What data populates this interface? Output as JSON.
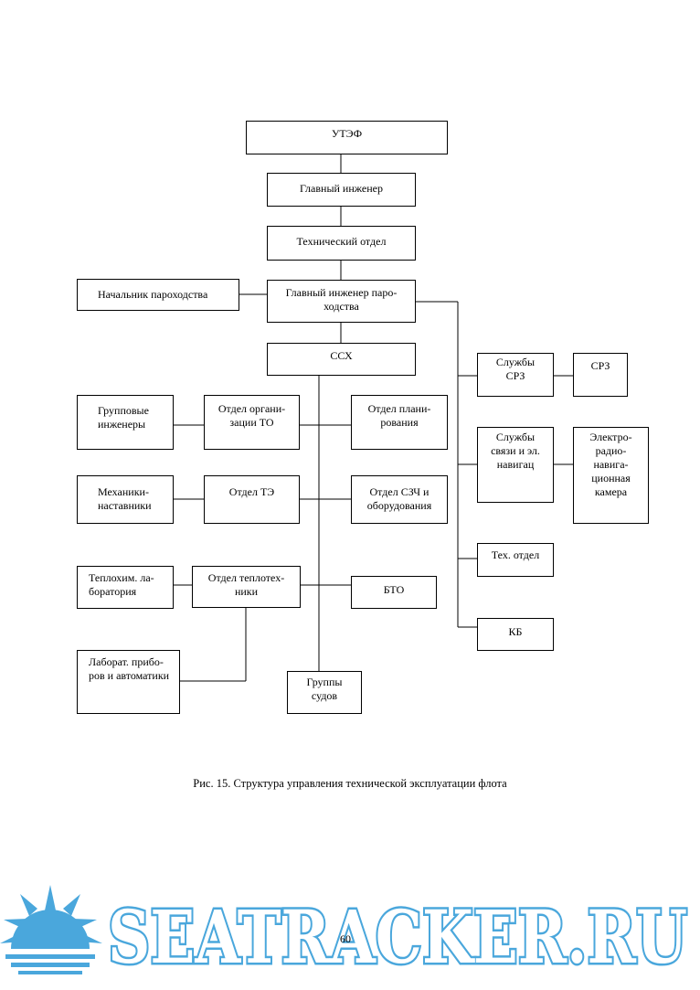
{
  "diagram": {
    "nodes": {
      "uteф": "УТЭФ",
      "chief_engineer": "Главный инженер",
      "tech_dept": "Технический отдел",
      "shipping_head": "Начальник пароходства",
      "chief_engineer_shipping": "Главный инженер паро-\nходства",
      "ssh": "ССХ",
      "group_engineers": "Групповые\nинженеры",
      "dept_org_to": "Отдел органи-\nзации ТО",
      "dept_planning": "Отдел плани-\nрования",
      "mech_mentors": "Механики-\nнаставники",
      "dept_te": "Отдел ТЭ",
      "dept_szch": "Отдел СЗЧ и\nоборудования",
      "thermo_lab": "Теплохим. ла-\nборатория",
      "dept_heat": "Отдел теплотех-\nники",
      "bto": "БТО",
      "lab_instruments": "Лаборат. прибо-\nров и автоматики",
      "ship_groups": "Группы\nсудов",
      "srz_services": "Службы\nСРЗ",
      "srz": "СРЗ",
      "comm_services": "Службы\nсвязи и эл.\nнавигац",
      "electro_camera": "Электро-\nрадио-\nнавига-\nционная\nкамера",
      "tech_dept_2": "Тех. отдел",
      "kb": "КБ"
    }
  },
  "caption": "Рис. 15. Структура управления технической эксплуатации флота",
  "page_number": "60",
  "watermark": {
    "text": "SEATRACKER.RU",
    "color": "#4aa7dc"
  }
}
